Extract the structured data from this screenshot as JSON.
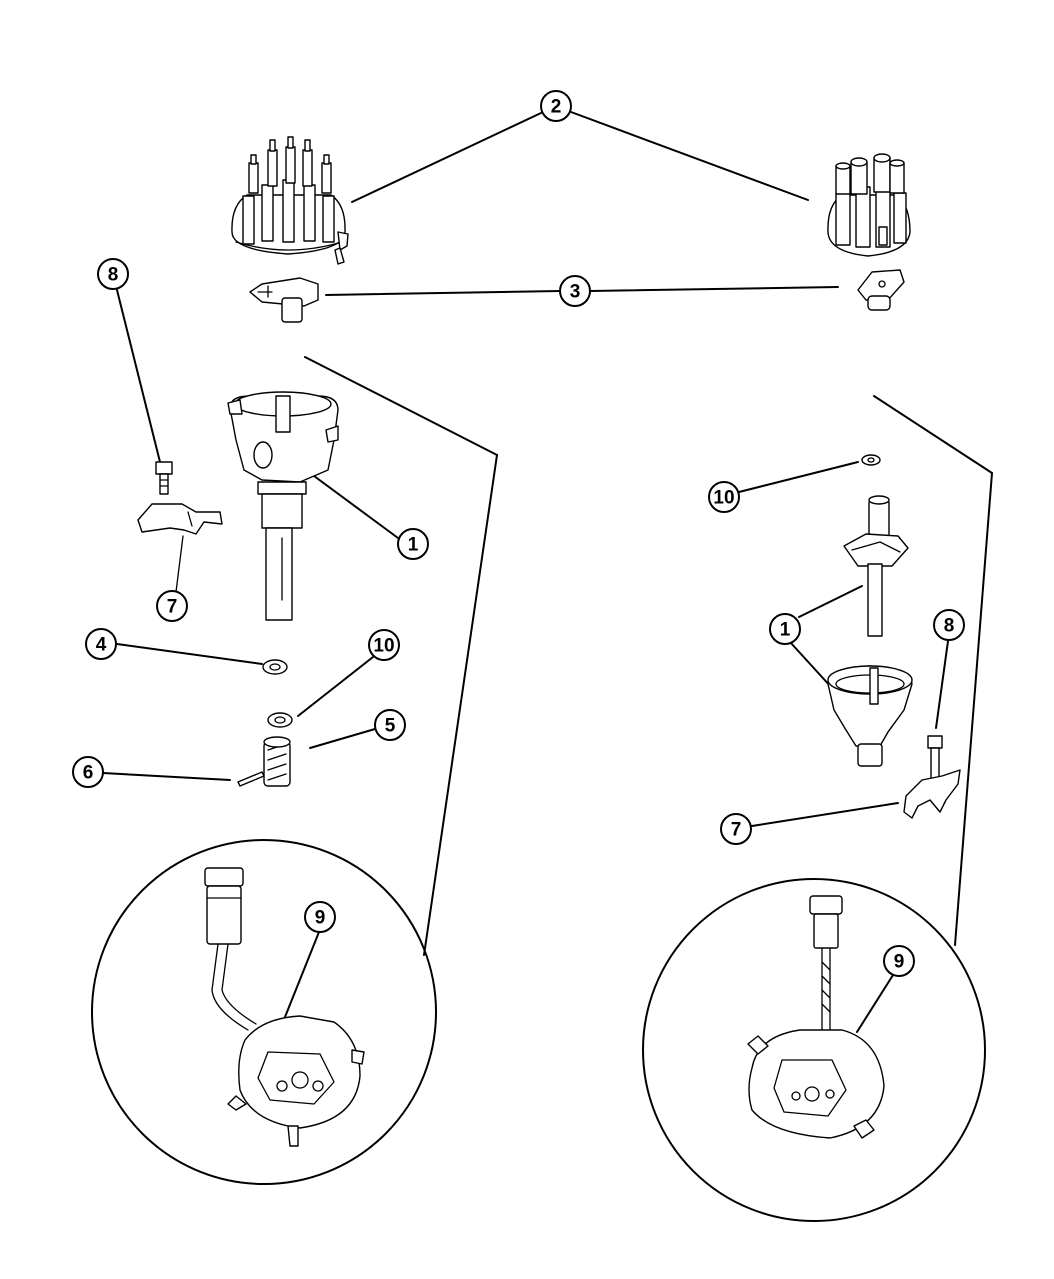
{
  "callouts": {
    "c2": "2",
    "c3": "3",
    "c8_left": "8",
    "c1_left": "1",
    "c7_left": "7",
    "c4": "4",
    "c10_left": "10",
    "c5": "5",
    "c6": "6",
    "c9_left": "9",
    "c10_right": "10",
    "c1_right": "1",
    "c8_right": "8",
    "c7_right": "7",
    "c9_right": "9"
  }
}
